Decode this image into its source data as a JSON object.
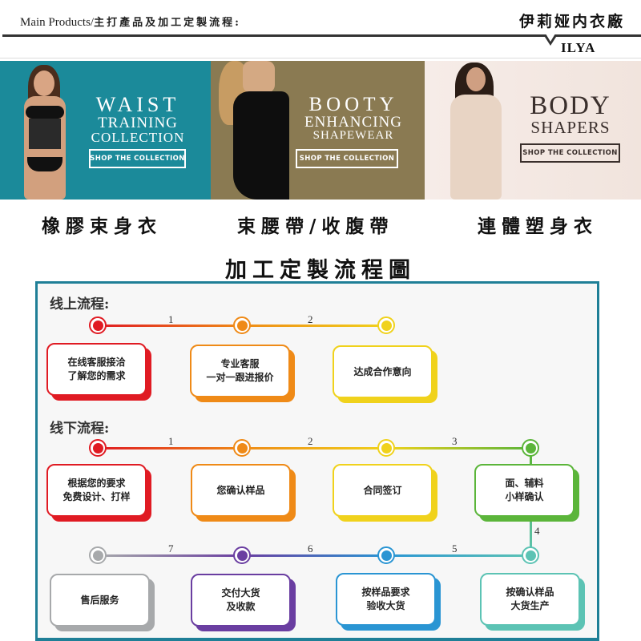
{
  "header": {
    "title_en": "Main Products/",
    "title_cn": "主打產品及加工定製流程:",
    "brand_cn": "伊莉娅内衣廠",
    "brand_en": "ILYA"
  },
  "banners": [
    {
      "line1": "WAIST",
      "line2": "TRAINING",
      "line3": "COLLECTION",
      "button": "SHOP THE COLLECTION",
      "bg_color": "#1b8a9a",
      "caption": "橡膠束身衣"
    },
    {
      "line1": "BOOTY",
      "line2": "ENHANCING",
      "line3": "SHAPEWEAR",
      "button": "SHOP THE COLLECTION",
      "bg_color": "#8a7a52",
      "caption": "束腰帶/收腹帶"
    },
    {
      "line1": "BODY",
      "line2": "SHAPERS",
      "button": "SHOP THE COLLECTION",
      "bg_color": "#f3e6e0",
      "caption": "連體塑身衣"
    }
  ],
  "flow": {
    "title": "加工定製流程圖",
    "online": {
      "title": "线上流程:",
      "steps": [
        {
          "num": "1",
          "text": "在线客服接洽\n了解您的需求",
          "color": "#e01b23"
        },
        {
          "num": "2",
          "text": "专业客服\n一对一跟进报价",
          "color": "#ef8a17"
        },
        {
          "num": "",
          "text": "达成合作意向",
          "color": "#f0d21c"
        }
      ]
    },
    "offline": {
      "title": "线下流程:",
      "steps": [
        {
          "num": "1",
          "text": "根据您的要求\n免费设计、打样",
          "color": "#e01b23"
        },
        {
          "num": "2",
          "text": "您确认样品",
          "color": "#ef8a17"
        },
        {
          "num": "3",
          "text": "合同签订",
          "color": "#f0d21c"
        },
        {
          "num": "4",
          "text": "面、辅料\n小样确认",
          "color": "#5bb53a"
        },
        {
          "num": "5",
          "text": "按确认样品\n大货生产",
          "color": "#5cc3b4"
        },
        {
          "num": "6",
          "text": "按样品要求\n验收大货",
          "color": "#2a95d3"
        },
        {
          "num": "7",
          "text": "交付大货\n及收款",
          "color": "#6a3ea1"
        },
        {
          "num": "",
          "text": "售后服务",
          "color": "#a7a9ab"
        }
      ]
    },
    "frame_color": "#1f7f97"
  }
}
